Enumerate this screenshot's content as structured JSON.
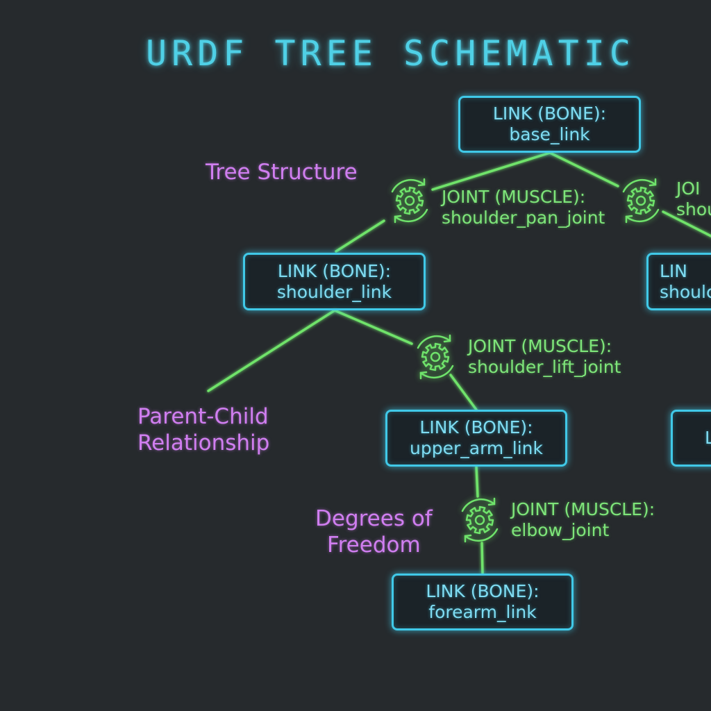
{
  "title": "URDF TREE SCHEMATIC",
  "colors": {
    "background": "#262a2d",
    "link_border": "#40c9e8",
    "link_text": "#7fdcf2",
    "joint_line": "#6fe36b",
    "joint_text": "#7ee57a",
    "annotation": "#d07ef0",
    "title": "#4fd0e6"
  },
  "links": {
    "base": {
      "line1": "LINK (BONE):",
      "line2": "base_link"
    },
    "shoulder": {
      "line1": "LINK (BONE):",
      "line2": "shoulder_link"
    },
    "shoulder_right": {
      "line1": "LIN",
      "line2": "shoulc"
    },
    "upper_arm": {
      "line1": "LINK (BONE):",
      "line2": "upper_arm_link"
    },
    "right_partial": {
      "line1": "L",
      "line2": ""
    },
    "forearm": {
      "line1": "LINK (BONE):",
      "line2": "forearm_link"
    }
  },
  "joints": {
    "shoulder_pan": {
      "line1": "JOINT (MUSCLE):",
      "line2": "shoulder_pan_joint",
      "icon": "gear-icon"
    },
    "right": {
      "line1": "JOI",
      "line2": "shou",
      "icon": "gear-icon"
    },
    "shoulder_lift": {
      "line1": "JOINT (MUSCLE):",
      "line2": "shoulder_lift_joint",
      "icon": "gear-icon"
    },
    "elbow": {
      "line1": "JOINT (MUSCLE):",
      "line2": "elbow_joint",
      "icon": "gear-icon"
    }
  },
  "annotations": {
    "tree_structure": {
      "line1": "Tree Structure"
    },
    "parent_child": {
      "line1": "Parent-Child",
      "line2": "Relationship"
    },
    "dof": {
      "line1": "Degrees of",
      "line2": "Freedom"
    }
  }
}
